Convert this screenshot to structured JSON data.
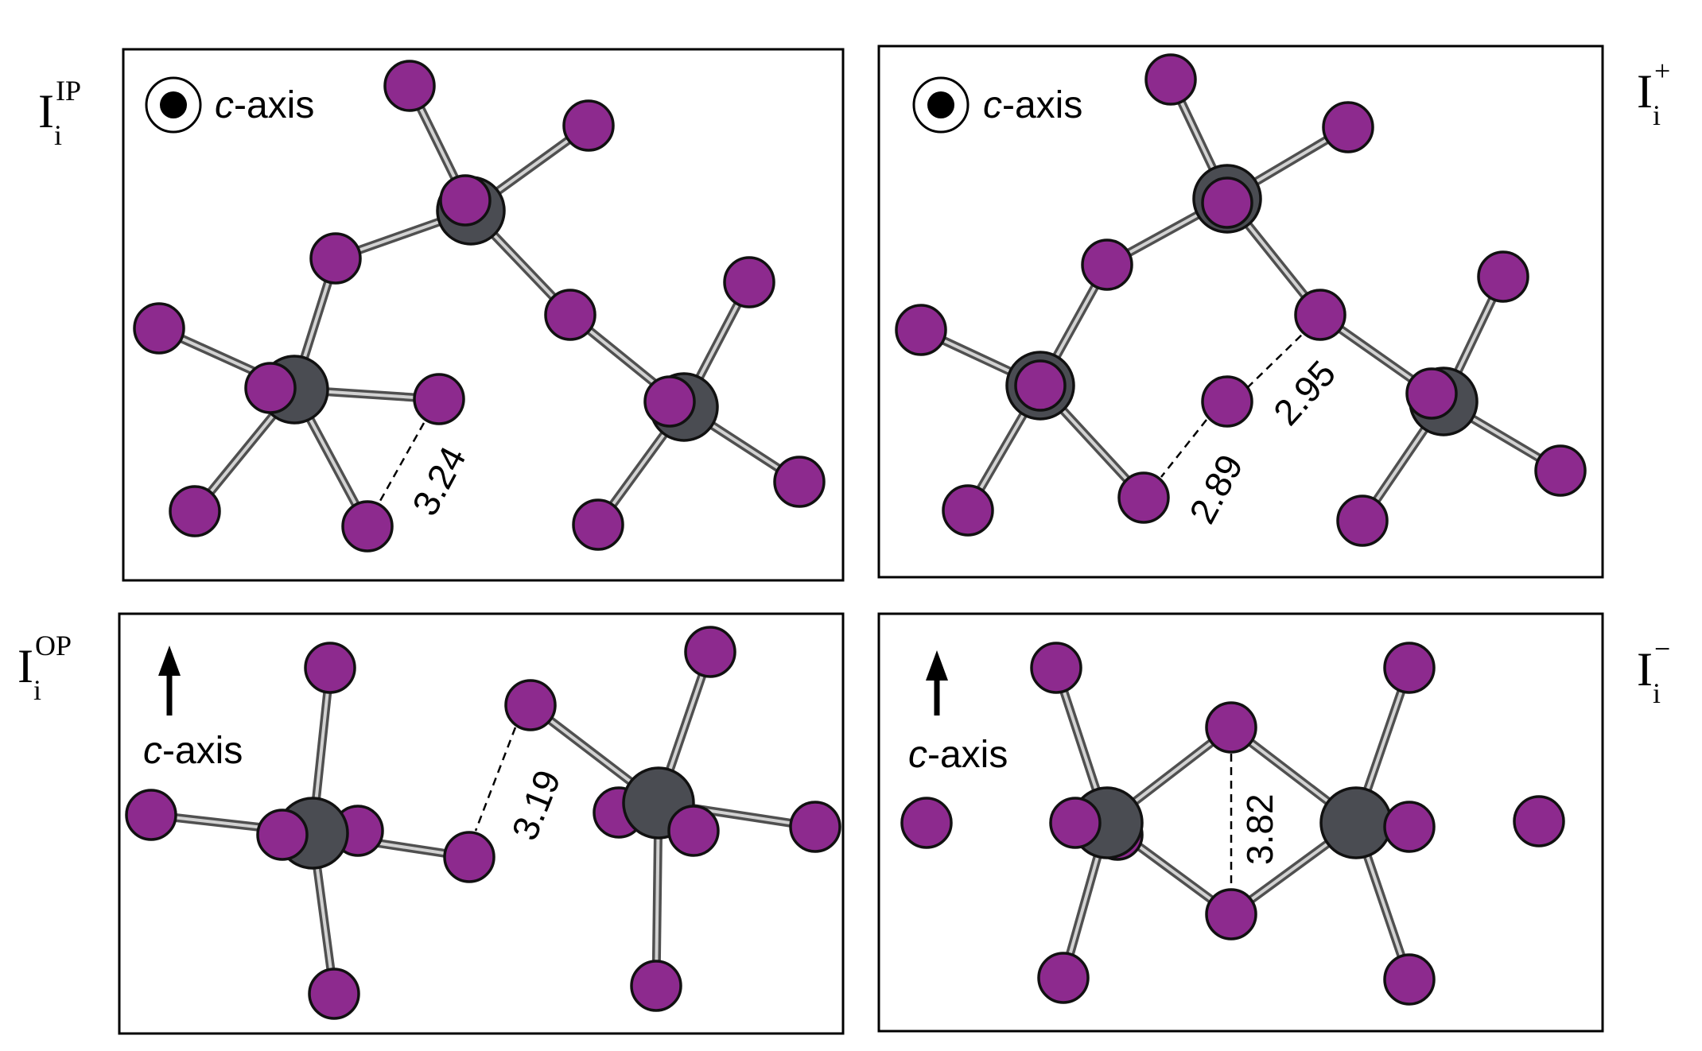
{
  "panels": [
    {
      "id": "ip",
      "title": {
        "main": "I",
        "sub": "i",
        "sup": "IP"
      },
      "axis": {
        "type": "dot",
        "italic": "c",
        "rest": "-axis"
      },
      "distances": [
        "3.24"
      ]
    },
    {
      "id": "plus",
      "title": {
        "main": "I",
        "sub": "i",
        "sup": "+"
      },
      "axis": {
        "type": "dot",
        "italic": "c",
        "rest": "-axis"
      },
      "distances": [
        "2.89",
        "2.95"
      ]
    },
    {
      "id": "op",
      "title": {
        "main": "I",
        "sub": "i",
        "sup": "OP"
      },
      "axis": {
        "type": "arrow",
        "italic": "c",
        "rest": "-axis"
      },
      "distances": [
        "3.19"
      ]
    },
    {
      "id": "minus",
      "title": {
        "main": "I",
        "sub": "i",
        "sup": "−"
      },
      "axis": {
        "type": "arrow",
        "italic": "c",
        "rest": "-axis"
      },
      "distances": [
        "3.82"
      ]
    }
  ],
  "colors": {
    "iodine": "#8d2a8e",
    "lead": "#4a4c52",
    "bond": "#505050",
    "frame": "#000000"
  }
}
